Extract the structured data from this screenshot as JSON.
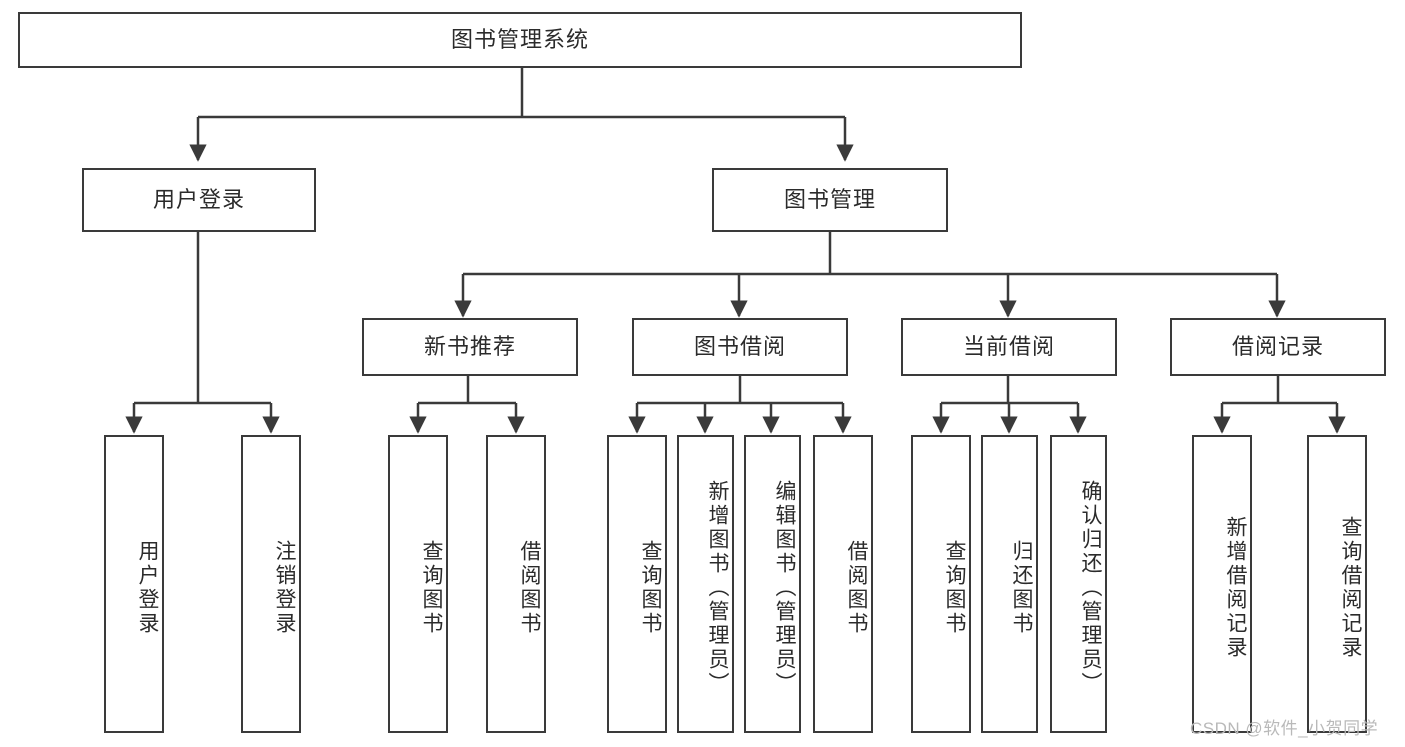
{
  "diagram": {
    "title": "图书管理系统",
    "type": "tree-hierarchy",
    "watermark": "CSDN @软件_小贺同学",
    "colors": {
      "stroke": "#3a3a3a",
      "fill": "#ffffff",
      "text": "#2b2b2b",
      "watermark": "#b9b9b9"
    },
    "nodes": {
      "root": {
        "label": "图书管理系统"
      },
      "level1": [
        {
          "label": "用户登录"
        },
        {
          "label": "图书管理"
        }
      ],
      "level2": [
        {
          "label": "新书推荐"
        },
        {
          "label": "图书借阅"
        },
        {
          "label": "当前借阅"
        },
        {
          "label": "借阅记录"
        }
      ],
      "leaves": {
        "user_login": [
          {
            "label": "用户登录"
          },
          {
            "label": "注销登录"
          }
        ],
        "new_book": [
          {
            "label": "查询图书"
          },
          {
            "label": "借阅图书"
          }
        ],
        "book_borrow": [
          {
            "label": "查询图书"
          },
          {
            "label": "新增图书（管理员）"
          },
          {
            "label": "编辑图书（管理员）"
          },
          {
            "label": "借阅图书"
          }
        ],
        "current_borrow": [
          {
            "label": "查询图书"
          },
          {
            "label": "归还图书"
          },
          {
            "label": "确认归还（管理员）"
          }
        ],
        "borrow_record": [
          {
            "label": "新增借阅记录"
          },
          {
            "label": "查询借阅记录"
          }
        ]
      }
    }
  }
}
